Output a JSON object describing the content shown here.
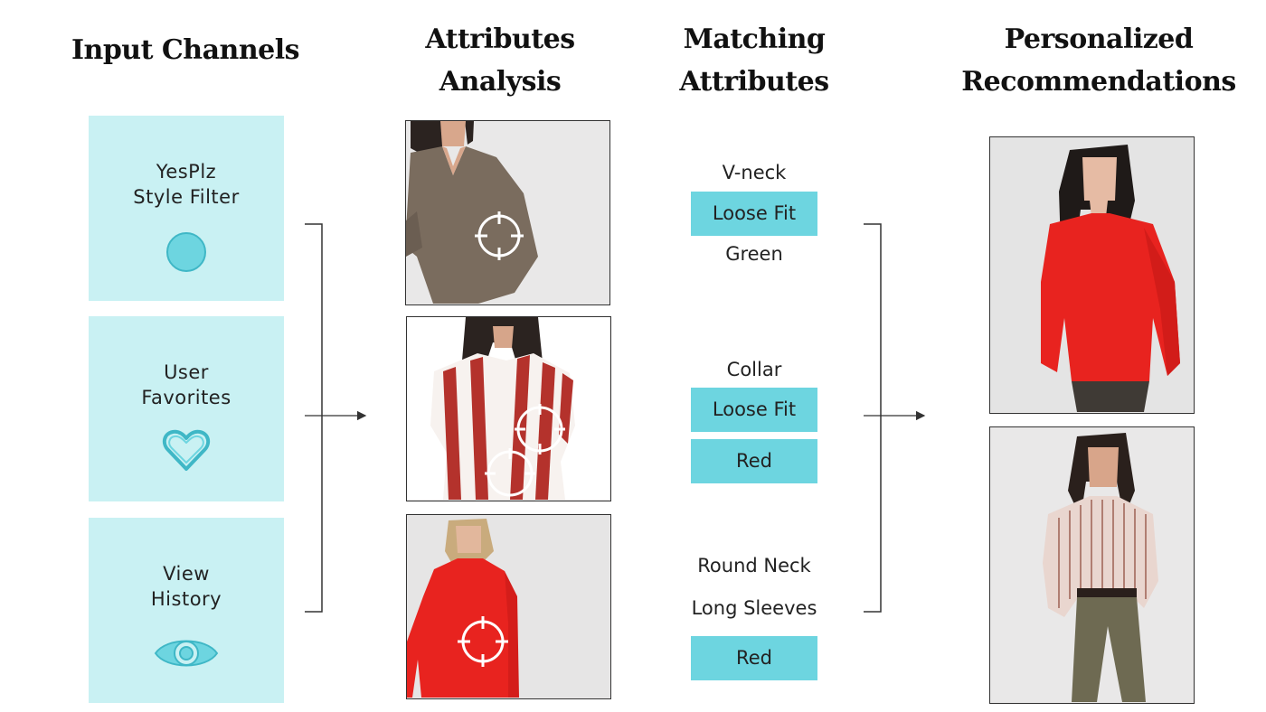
{
  "headings": {
    "input_channels": "Input Channels",
    "attributes_analysis": "Attributes\nAnalysis",
    "matching_attributes": "Matching\nAttributes",
    "personalized_recommendations": "Personalized\nRecommendations"
  },
  "channels": [
    {
      "label": "YesPlz\nStyle Filter",
      "icon": "circle-icon"
    },
    {
      "label": "User\nFavorites",
      "icon": "heart-icon"
    },
    {
      "label": "View\nHistory",
      "icon": "eye-icon"
    }
  ],
  "attributes": {
    "group1": {
      "v_neck": "V-neck",
      "loose_fit": "Loose Fit",
      "green": "Green"
    },
    "group2": {
      "collar": "Collar",
      "loose_fit": "Loose Fit",
      "red": "Red"
    },
    "group3": {
      "round_neck": "Round Neck",
      "long_sleeves": "Long Sleeves",
      "red": "Red"
    }
  },
  "colors": {
    "channel_bg": "#c9f1f3",
    "tag_bg": "#6dd5e0",
    "icon_fill": "#6dd5e0",
    "icon_stroke": "#3fb7c6",
    "garment_red": "#e8231f",
    "garment_olive": "#7a6c5e"
  }
}
